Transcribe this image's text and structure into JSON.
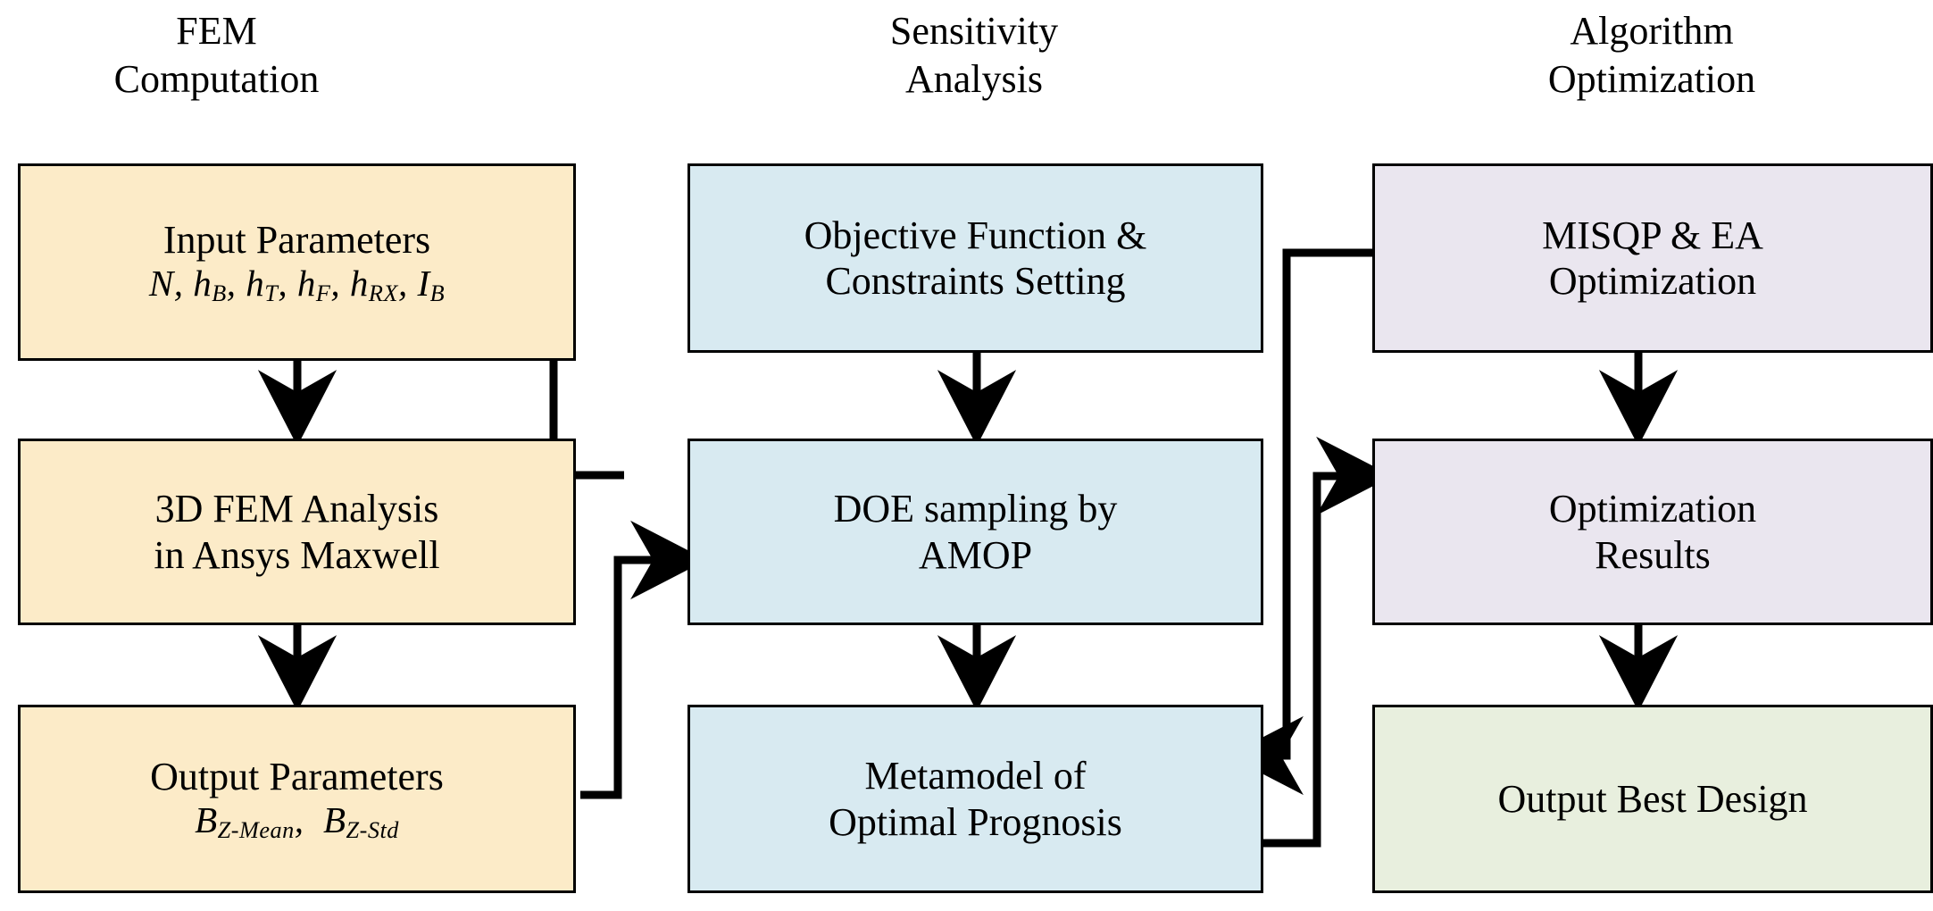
{
  "diagram": {
    "title_font_color": "#000000",
    "background": "#ffffff",
    "columns": [
      {
        "id": "fem",
        "label": "FEM\nComputation"
      },
      {
        "id": "sensitivity",
        "label": "Sensitivity\nAnalysis"
      },
      {
        "id": "algorithm",
        "label": "Algorithm\nOptimization"
      }
    ],
    "colors": {
      "fem_fill": "#FCEBC8",
      "sensitivity_fill": "#D8EAF1",
      "algorithm_fill": "#EAE6EF",
      "output_fill": "#E8EFDE",
      "stroke": "#000000",
      "arrow": "#000000"
    },
    "nodes": [
      {
        "id": "input-parameters",
        "title": "Input Parameters",
        "math_line": "N,  h_B,  h_T,  h_F,  h_RX,  I_B",
        "math_tokens": [
          {
            "base": "N",
            "sub": ""
          },
          {
            "base": "h",
            "sub": "B"
          },
          {
            "base": "h",
            "sub": "T"
          },
          {
            "base": "h",
            "sub": "F"
          },
          {
            "base": "h",
            "sub": "RX"
          },
          {
            "base": "I",
            "sub": "B"
          }
        ]
      },
      {
        "id": "fem-analysis",
        "lines": [
          "3D FEM Analysis",
          "in Ansys Maxwell"
        ]
      },
      {
        "id": "output-parameters",
        "title": "Output Parameters",
        "math_tokens": [
          {
            "base": "B",
            "sub": "Z-Mean"
          },
          {
            "base": "B",
            "sub": "Z-Std"
          }
        ]
      },
      {
        "id": "objective-function",
        "lines": [
          "Objective Function &",
          "Constraints Setting"
        ]
      },
      {
        "id": "doe-sampling",
        "lines": [
          "DOE sampling by",
          "AMOP"
        ]
      },
      {
        "id": "metamodel",
        "lines": [
          "Metamodel of",
          "Optimal Prognosis"
        ]
      },
      {
        "id": "misqp-ea",
        "lines": [
          "MISQP & EA",
          "Optimization"
        ]
      },
      {
        "id": "optimization-results",
        "lines": [
          "Optimization",
          "Results"
        ]
      },
      {
        "id": "output-best-design",
        "lines": [
          "Output Best Design"
        ]
      }
    ],
    "edges": [
      {
        "id": "input-to-fem",
        "from": "input-parameters",
        "to": "fem-analysis",
        "style": "straight-down"
      },
      {
        "id": "fem-to-output",
        "from": "fem-analysis",
        "to": "output-parameters",
        "style": "straight-down"
      },
      {
        "id": "objective-to-doe",
        "from": "objective-function",
        "to": "doe-sampling",
        "style": "straight-down"
      },
      {
        "id": "doe-to-metamodel",
        "from": "doe-sampling",
        "to": "metamodel",
        "style": "straight-down"
      },
      {
        "id": "doe-to-input",
        "from": "doe-sampling",
        "to": "input-parameters",
        "style": "elbow-left-up"
      },
      {
        "id": "output-to-doe",
        "from": "output-parameters",
        "to": "doe-sampling",
        "style": "elbow-right-up"
      },
      {
        "id": "misqp-to-metamodel",
        "from": "misqp-ea",
        "to": "metamodel",
        "style": "elbow-left-down"
      },
      {
        "id": "metamodel-to-results",
        "from": "metamodel",
        "to": "optimization-results",
        "style": "elbow-right-up"
      },
      {
        "id": "misqp-to-results",
        "from": "misqp-ea",
        "to": "optimization-results",
        "style": "straight-down"
      },
      {
        "id": "results-to-best",
        "from": "optimization-results",
        "to": "output-best-design",
        "style": "straight-down"
      }
    ]
  }
}
